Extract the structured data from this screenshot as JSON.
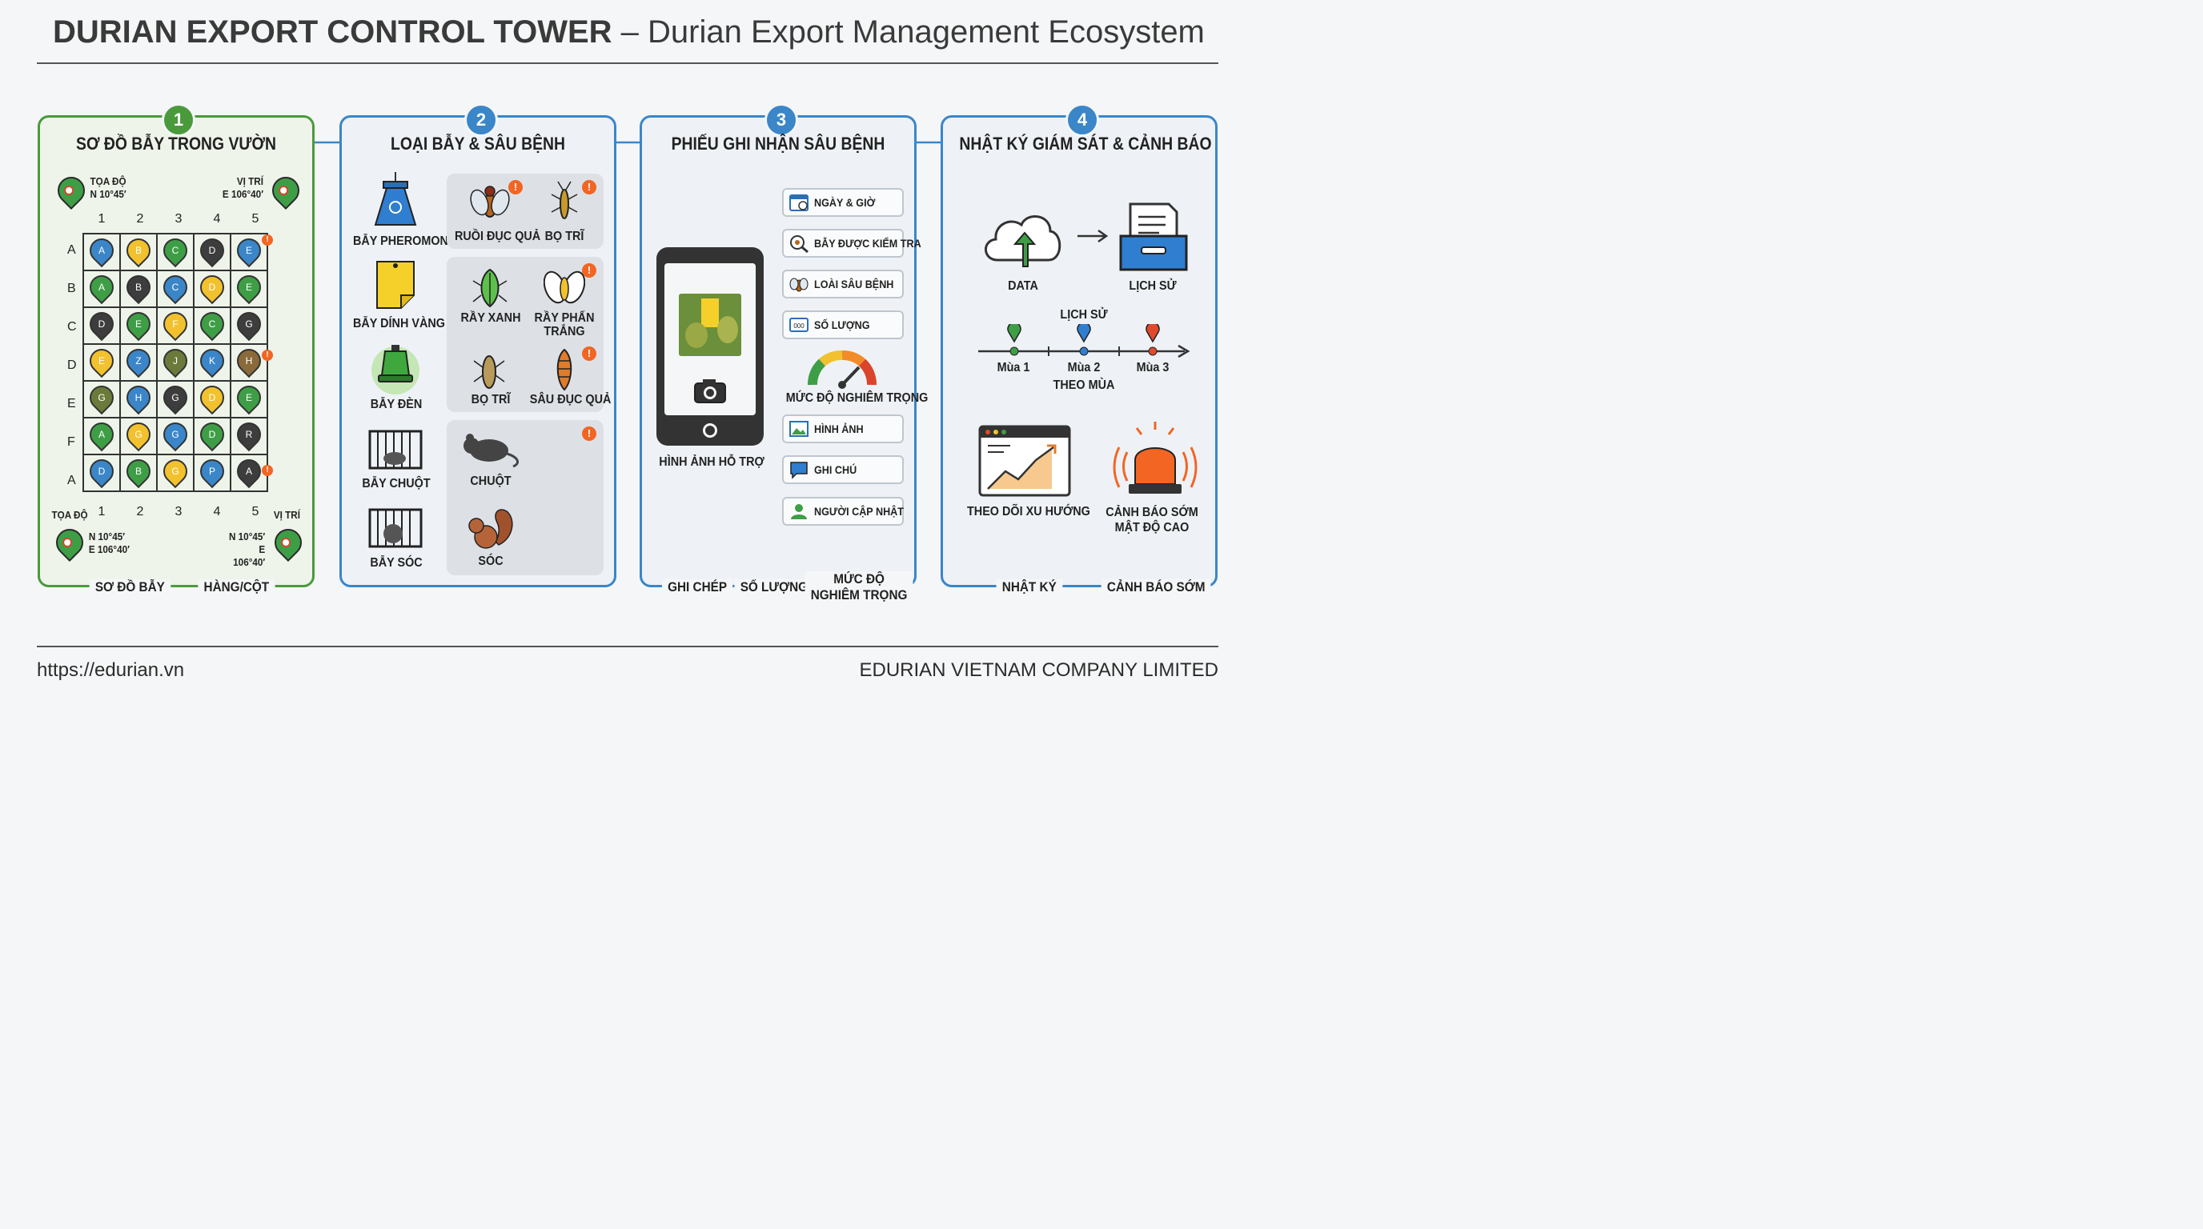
{
  "header": {
    "bold": "DURIAN EXPORT CONTROL TOWER",
    "light": " – Durian Export Management Ecosystem"
  },
  "footer": {
    "url": "https://edurian.vn",
    "company": "EDURIAN VIETNAM COMPANY LIMITED"
  },
  "p1": {
    "num": "1",
    "title": "SƠ ĐỒ BẪY TRONG VƯỜN",
    "top_left": [
      "TỌA ĐỘ",
      "N 10°45′"
    ],
    "top_right": [
      "VỊ TRÍ",
      "E 106°40′"
    ],
    "cols": [
      "1",
      "2",
      "3",
      "4",
      "5"
    ],
    "rows": [
      "A",
      "B",
      "C",
      "D",
      "E",
      "F",
      "A"
    ],
    "grid": [
      [
        "A",
        "B",
        "C",
        "D",
        "E"
      ],
      [
        "A",
        "B",
        "C",
        "D",
        "E"
      ],
      [
        "D",
        "E",
        "F",
        "C",
        "G"
      ],
      [
        "E",
        "Z",
        "J",
        "K",
        "H"
      ],
      [
        "G",
        "H",
        "G",
        "D",
        "E"
      ],
      [
        "A",
        "G",
        "G",
        "D",
        "R"
      ],
      [
        "D",
        "B",
        "G",
        "P",
        "A"
      ]
    ],
    "grid_colors": [
      [
        "#3a86c8",
        "#f2c12e",
        "#3e9e46",
        "#3d3d3d",
        "#3a86c8"
      ],
      [
        "#3e9e46",
        "#3d3d3d",
        "#3a86c8",
        "#f2c12e",
        "#3e9e46"
      ],
      [
        "#3d3d3d",
        "#3e9e46",
        "#f2c12e",
        "#3e9e46",
        "#3d3d3d"
      ],
      [
        "#f2c12e",
        "#3a86c8",
        "#6b7a3a",
        "#3a86c8",
        "#8a6a3a"
      ],
      [
        "#6b7a3a",
        "#3a86c8",
        "#3d3d3d",
        "#f2c12e",
        "#3e9e46"
      ],
      [
        "#3e9e46",
        "#f2c12e",
        "#3a86c8",
        "#3e9e46",
        "#3d3d3d"
      ],
      [
        "#3a86c8",
        "#3e9e46",
        "#f2c12e",
        "#3a86c8",
        "#3d3d3d"
      ]
    ],
    "bottom_left_label": "TỌA ĐỘ",
    "bottom_right_label": "VỊ TRÍ",
    "bottom_left": [
      "N 10°45′",
      "E 106°40′"
    ],
    "bottom_right": [
      "N 10°45′",
      "E 106°40′"
    ],
    "footer_a": "SƠ ĐỒ BẪY",
    "footer_b": "HÀNG/CỘT"
  },
  "p2": {
    "num": "2",
    "title": "LOẠI BẪY & SÂU BỆNH",
    "traps": [
      "BẪY PHEROMONE",
      "BẪY DÍNH VÀNG",
      "BẪY ĐÈN",
      "BẪY CHUỘT",
      "BẪY SÓC"
    ],
    "pests": [
      "RUỒI ĐỤC QUẢ",
      "BỌ TRĨ",
      "RẦY XANH",
      "RẦY PHẤN TRẮNG",
      "BỌ TRĨ",
      "SÂU ĐỤC QUẢ",
      "CHUỘT",
      "SÓC"
    ],
    "warn": "!"
  },
  "p3": {
    "num": "3",
    "title": "PHIẾU GHI NHẬN SÂU BỆNH",
    "fields": [
      "NGÀY & GIỜ",
      "BẪY ĐƯỢC KIỂM TRA",
      "LOÀI SÂU BỆNH",
      "SỐ LƯỢNG",
      "HÌNH ẢNH",
      "GHI CHÚ",
      "NGƯỜI CẬP NHẬT"
    ],
    "gauge_label": "MỨC ĐỘ NGHIÊM TRỌNG",
    "phone_label": "HÌNH ẢNH HỖ TRỢ",
    "footer": [
      "GHI CHÉP",
      "SỐ LƯỢNG",
      "MỨC ĐỘ",
      "NGHIÊM TRỌNG"
    ]
  },
  "p4": {
    "num": "4",
    "title": "NHẬT KÝ GIÁM SÁT & CẢNH BÁO",
    "data": "DATA",
    "history": "LỊCH SỬ",
    "history2": "LỊCH SỬ",
    "seasons": [
      "Mùa 1",
      "Mùa 2",
      "Mùa 3"
    ],
    "theo_mua": "THEO MÙA",
    "trend": "THEO DÕI XU HƯỚNG",
    "alert": [
      "CẢNH BÁO SỚM",
      "MẬT ĐỘ CAO"
    ],
    "footer_a": "NHẬT KÝ",
    "footer_b": "CẢNH BÁO SỚM"
  }
}
